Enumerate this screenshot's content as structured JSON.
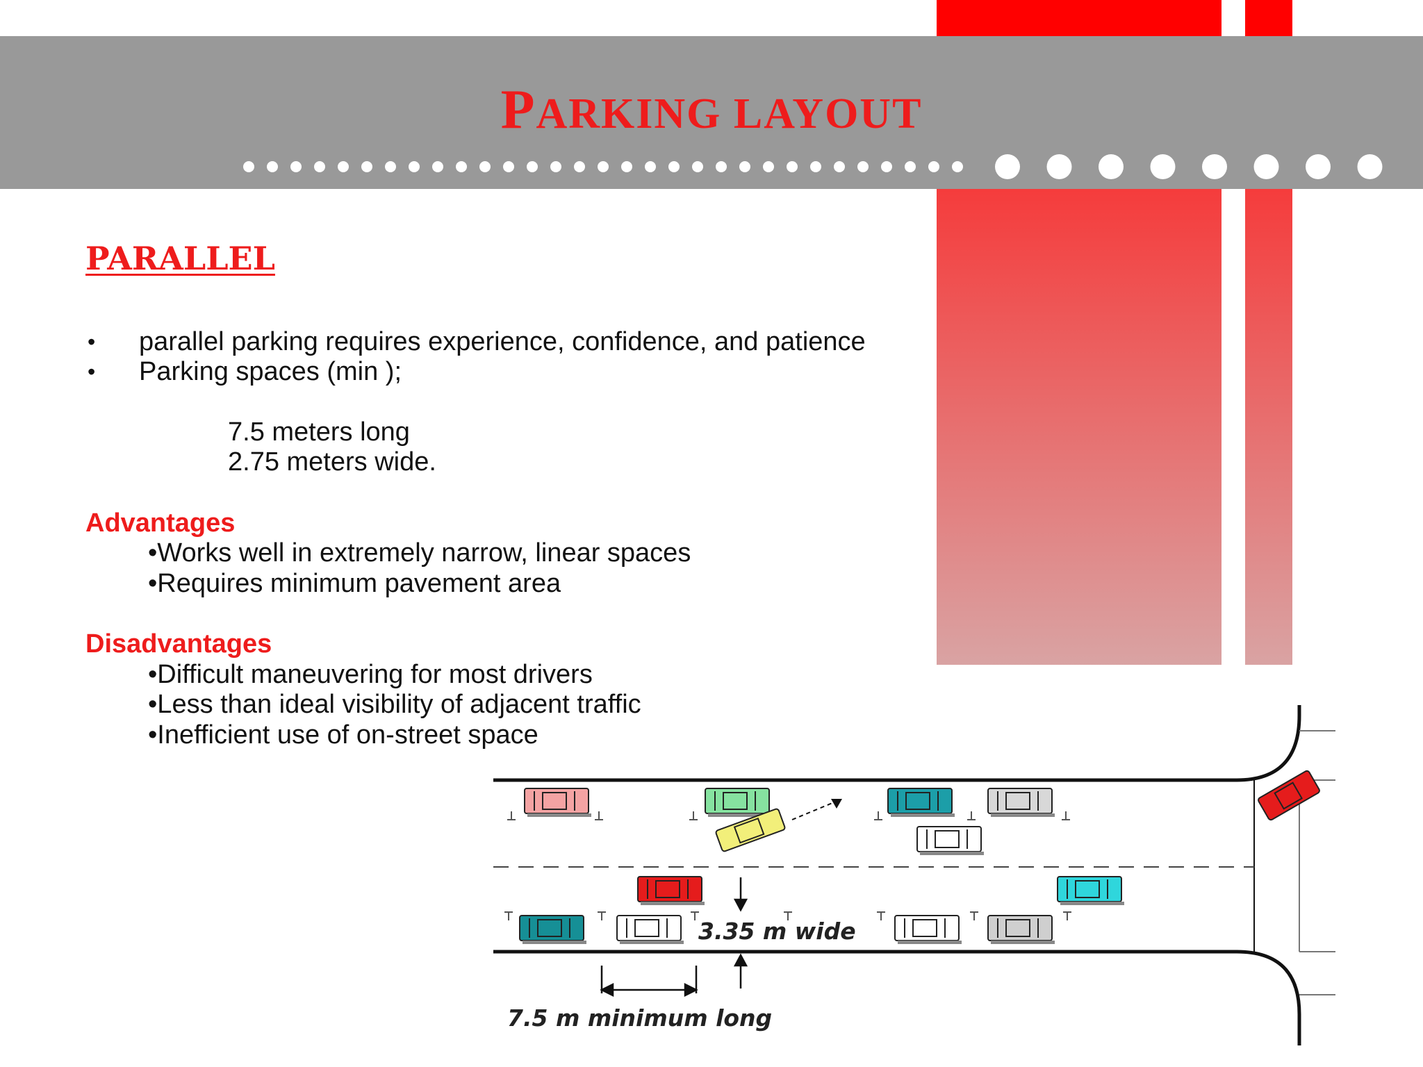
{
  "slide": {
    "title_first": "P",
    "title_rest": "ARKING LAYOUT",
    "section_heading": "PARALLEL",
    "bullets": [
      "parallel parking requires experience, confidence, and patience",
      "Parking spaces (min );"
    ],
    "bullet_glyph": "•",
    "space_min": [
      "7.5 meters long",
      "2.75 meters wide."
    ],
    "advantages": {
      "label": "Advantages",
      "items": [
        "•Works well in extremely narrow, linear spaces",
        "•Requires minimum pavement area"
      ]
    },
    "disadvantages": {
      "label": "Disadvantages",
      "items": [
        "•Difficult maneuvering for most drivers",
        "•Less than ideal visibility of adjacent traffic",
        "•Inefficient use of on-street space"
      ]
    },
    "diagram": {
      "width_label": "3.35 m wide",
      "length_label": "7.5 m minimum long"
    },
    "colors": {
      "accent_red": "#ee1c1c",
      "band_gray": "#999999"
    }
  }
}
